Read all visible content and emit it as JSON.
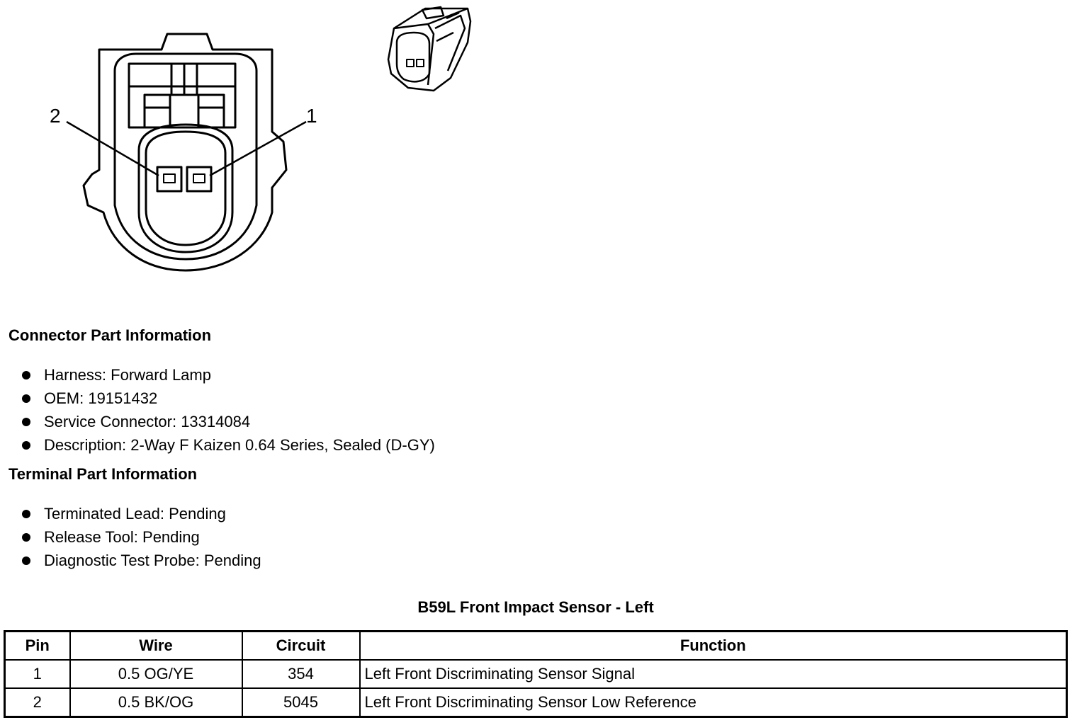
{
  "diagram": {
    "pin_callouts": [
      "2",
      "1"
    ]
  },
  "connector_info": {
    "heading": "Connector Part Information",
    "items": [
      "Harness: Forward Lamp",
      "OEM: 19151432",
      "Service Connector: 13314084",
      "Description: 2-Way F Kaizen 0.64 Series, Sealed (D-GY)"
    ]
  },
  "terminal_info": {
    "heading": "Terminal Part Information",
    "items": [
      "Terminated Lead: Pending",
      "Release Tool: Pending",
      "Diagnostic Test Probe: Pending"
    ]
  },
  "table": {
    "title": "B59L Front Impact Sensor - Left",
    "headers": [
      "Pin",
      "Wire",
      "Circuit",
      "Function"
    ],
    "rows": [
      [
        "1",
        "0.5 OG/YE",
        "354",
        "Left Front Discriminating Sensor Signal"
      ],
      [
        "2",
        "0.5 BK/OG",
        "5045",
        "Left Front Discriminating Sensor Low Reference"
      ]
    ]
  }
}
